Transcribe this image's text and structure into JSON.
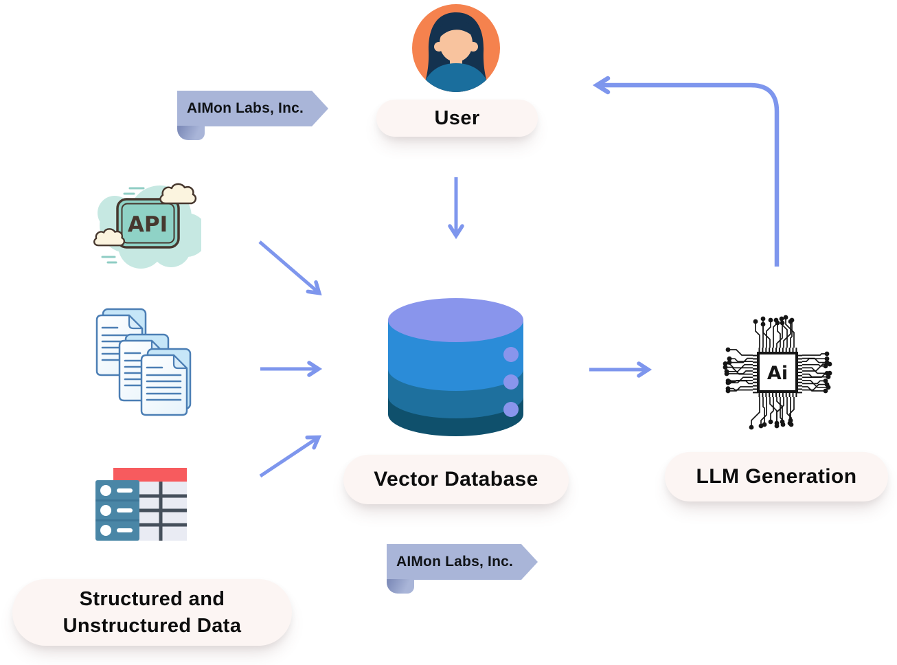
{
  "labels": {
    "user": "User",
    "vector_database": "Vector Database",
    "llm_generation": "LLM Generation",
    "sources_line1": "Structured and",
    "sources_line2": "Unstructured Data"
  },
  "banners": {
    "top": "AIMon Labs, Inc.",
    "bottom": "AIMon Labs, Inc."
  },
  "icons": {
    "api_text": "API",
    "chip_text": "Ai"
  },
  "colors": {
    "arrow": "#7E96ED",
    "banner": "#A9B5D8",
    "pill_background": "#FCF5F3",
    "cylinder_top": "#8995EC",
    "cylinder_band_1": "#2B8CD8",
    "cylinder_band_2": "#1E709E",
    "cylinder_band_3": "#0F506C",
    "avatar_background": "#F5824E",
    "avatar_hair": "#14324F",
    "avatar_skin": "#F8C39E",
    "avatar_shirt": "#1A6E9D",
    "table_header_red": "#F75B5E",
    "api_teal": "#8FD2C6",
    "doc_outline": "#4B7EB4"
  }
}
